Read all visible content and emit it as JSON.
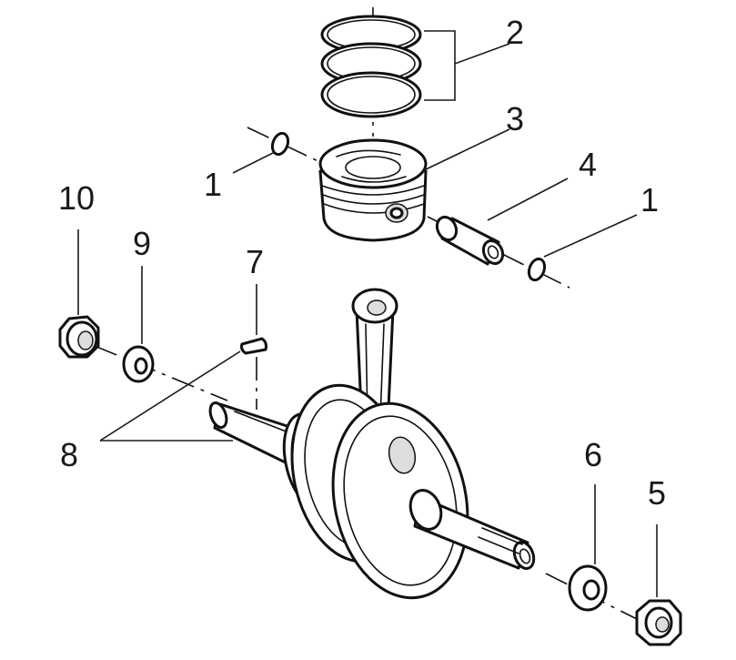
{
  "callouts": [
    {
      "id": "piston-pin-clip-left",
      "label": "1"
    },
    {
      "id": "piston-pin-clip-right",
      "label": "1"
    },
    {
      "id": "piston-ring-set",
      "label": "2"
    },
    {
      "id": "piston",
      "label": "3"
    },
    {
      "id": "piston-pin",
      "label": "4"
    },
    {
      "id": "nut",
      "label": "5"
    },
    {
      "id": "washer-right",
      "label": "6"
    },
    {
      "id": "woodruff-key",
      "label": "7"
    },
    {
      "id": "crankshaft-assembly",
      "label": "8"
    },
    {
      "id": "washer-left",
      "label": "9"
    },
    {
      "id": "flange-nut",
      "label": "10"
    }
  ]
}
